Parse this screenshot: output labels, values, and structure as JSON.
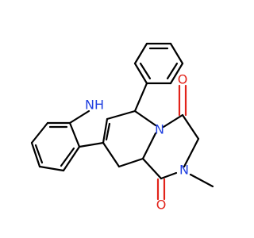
{
  "molecule": {
    "atoms": {
      "nh": {
        "text": "NH",
        "color": "#1f3fe0"
      },
      "n_ring": {
        "text": "N",
        "color": "#1f3fe0"
      },
      "n_methyl": {
        "text": "N",
        "color": "#1f3fe0"
      },
      "o_top": {
        "text": "O",
        "color": "#e2231a"
      },
      "o_bottom": {
        "text": "O",
        "color": "#e2231a"
      }
    },
    "bond_color": "#000000"
  }
}
